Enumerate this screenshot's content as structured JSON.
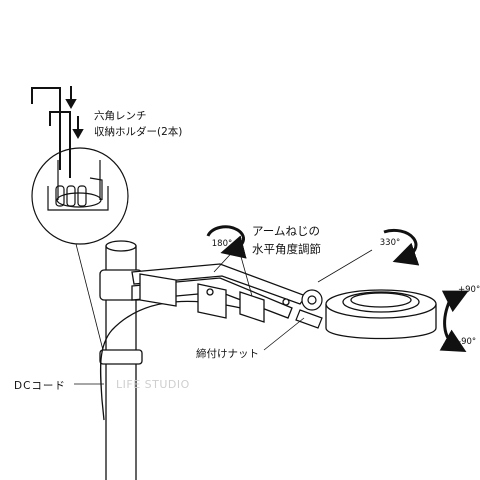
{
  "labels": {
    "wrench_holder_line1": "六角レンチ",
    "wrench_holder_line2": "収納ホルダー(2本)",
    "arm_screw_line1": "アームねじの",
    "arm_screw_line2": "水平角度調節",
    "lock_nut": "締付けナット",
    "dc_cord": "DCコード"
  },
  "rotation_marks": {
    "arm_rotation": "180°",
    "head_rotation": "330°",
    "tilt_up": "+90°",
    "tilt_down": "-90°"
  },
  "watermark": "LIFE STUDIO",
  "colors": {
    "line": "#111111",
    "watermark": "#cfcfcf"
  }
}
